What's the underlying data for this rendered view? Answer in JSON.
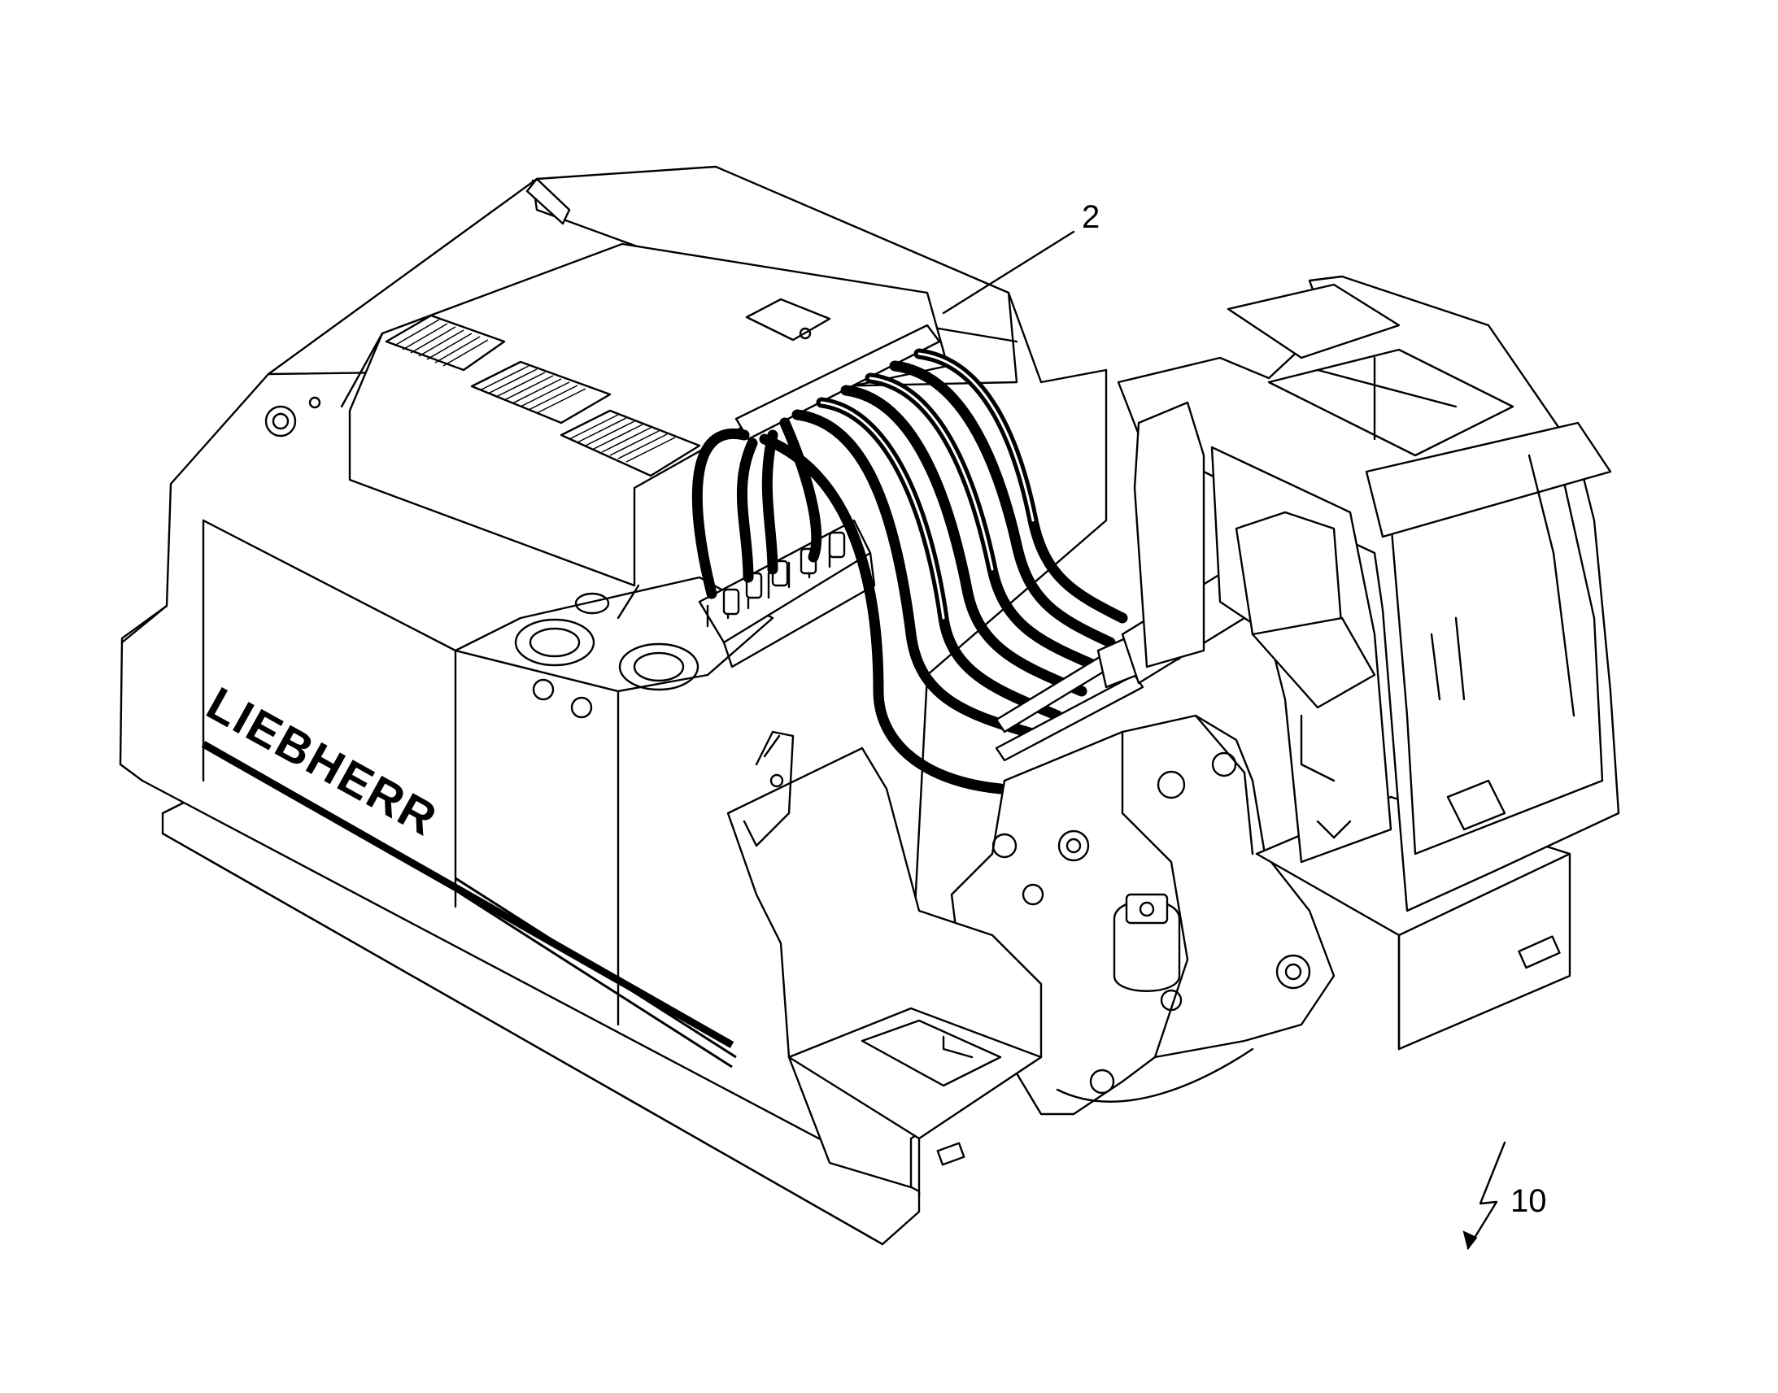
{
  "figure": {
    "brand_text": "LIEBHERR",
    "reference_numerals": {
      "hose_bundle": "2",
      "machine": "10"
    }
  }
}
